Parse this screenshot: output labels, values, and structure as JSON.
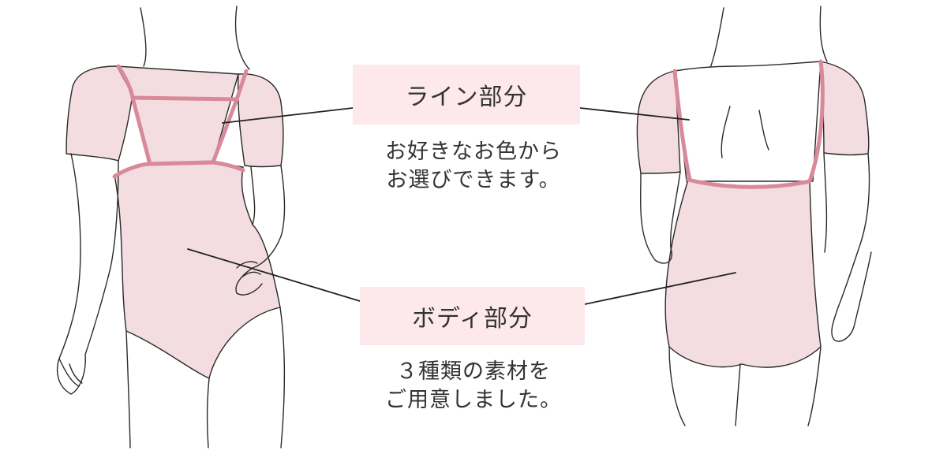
{
  "line_section": {
    "label": "ライン部分",
    "caption_line1": "お好きなお色から",
    "caption_line2": "お選びできます。"
  },
  "body_section": {
    "label": "ボディ部分",
    "caption_line1": "３種類の素材を",
    "caption_line2": "ご用意しました。"
  },
  "colors": {
    "body_fabric": "#f4dde1",
    "line_trim": "#d98a9a",
    "label_background": "#fde8ec",
    "outline": "#2a2a2a"
  }
}
